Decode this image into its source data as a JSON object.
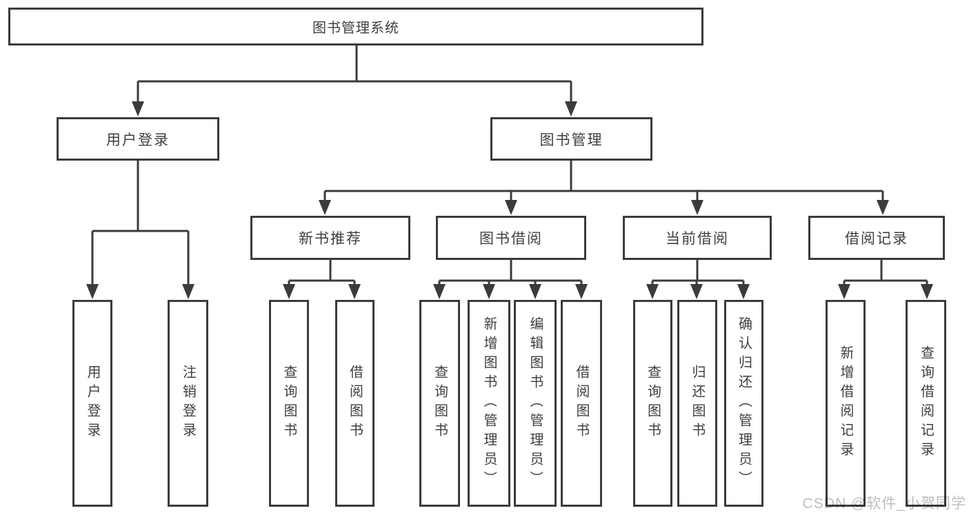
{
  "tree": {
    "label": "图书管理系统",
    "children": [
      {
        "label": "用户登录",
        "children": [
          {
            "label": "用户登录"
          },
          {
            "label": "注销登录"
          }
        ]
      },
      {
        "label": "图书管理",
        "children": [
          {
            "label": "新书推荐",
            "children": [
              {
                "label": "查询图书"
              },
              {
                "label": "借阅图书"
              }
            ]
          },
          {
            "label": "图书借阅",
            "children": [
              {
                "label": "查询图书"
              },
              {
                "label": "新增图书（管理员）"
              },
              {
                "label": "编辑图书（管理员）"
              },
              {
                "label": "借阅图书"
              }
            ]
          },
          {
            "label": "当前借阅",
            "children": [
              {
                "label": "查询图书"
              },
              {
                "label": "归还图书"
              },
              {
                "label": "确认归还（管理员）"
              }
            ]
          },
          {
            "label": "借阅记录",
            "children": [
              {
                "label": "新增借阅记录"
              },
              {
                "label": "查询借阅记录"
              }
            ]
          }
        ]
      }
    ]
  },
  "watermark": "CSDN @软件_小贺同学",
  "colors": {
    "line": "#3b3b3b",
    "text": "#3f3f3f",
    "watermark_text": "#bdbdbd",
    "background": "#ffffff"
  }
}
